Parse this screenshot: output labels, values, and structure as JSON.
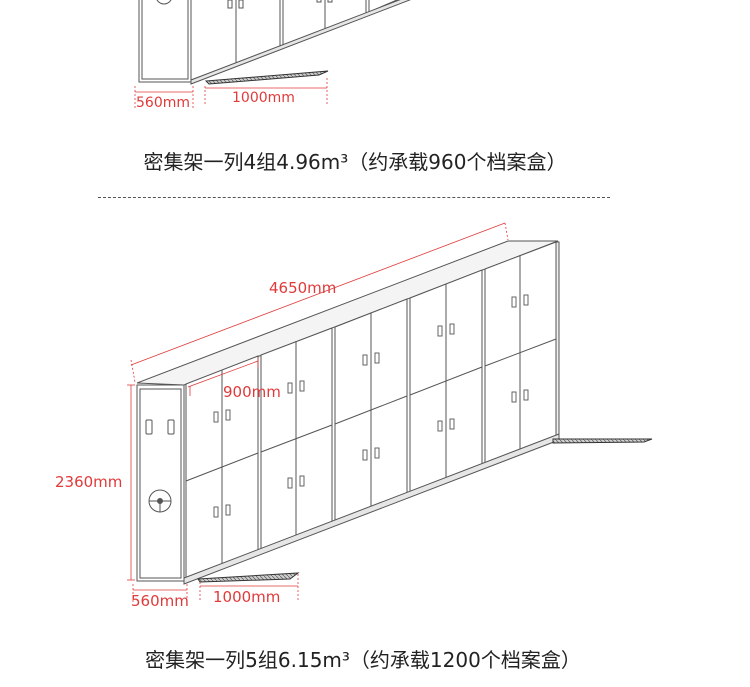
{
  "diagram_1": {
    "dim_depth": "560mm",
    "dim_width": "1000mm",
    "caption": "密集架一列4组4.96m³（约承载960个档案盒）"
  },
  "diagram_2": {
    "dim_length": "4650mm",
    "dim_width": "900mm",
    "dim_height": "2360mm",
    "dim_depth": "560mm",
    "dim_rail": "1000mm",
    "caption": "密集架一列5组6.15m³（约承载1200个档案盒）"
  },
  "colors": {
    "dimension": "#e03a3a",
    "outline": "#555555",
    "shelf_fill": "#ffffff",
    "rail_fill": "#bdbdbd"
  }
}
